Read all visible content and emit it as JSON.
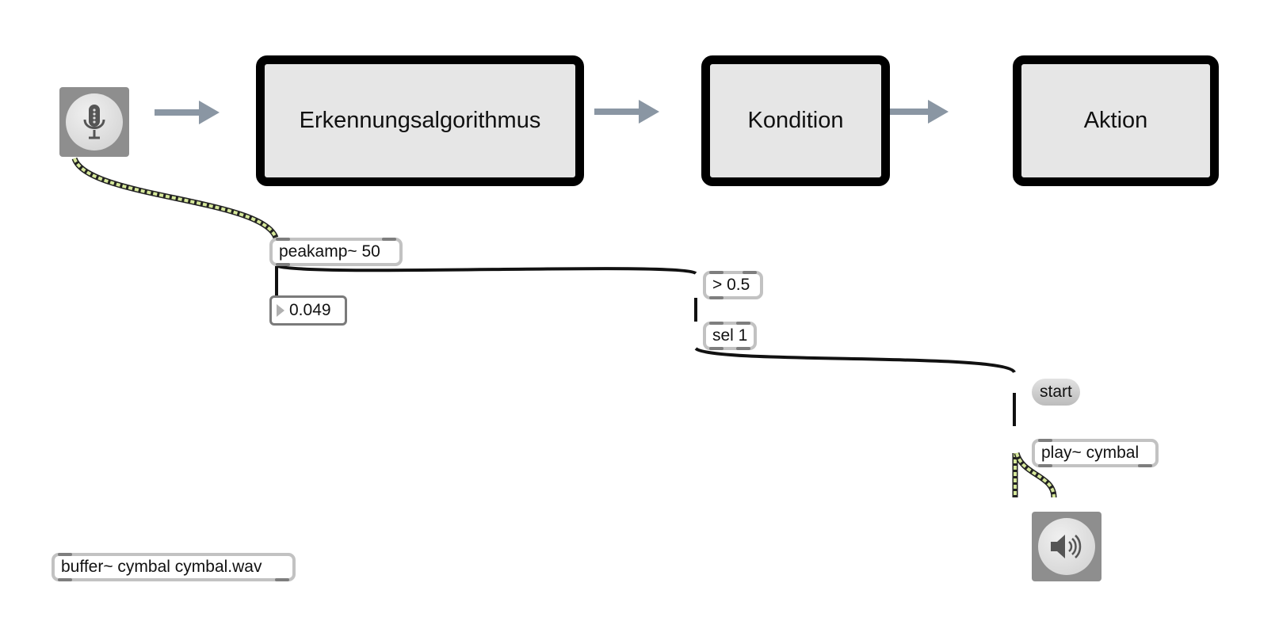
{
  "diagram": {
    "blocks": [
      {
        "label": "Erkennungsalgorithmus"
      },
      {
        "label": "Kondition"
      },
      {
        "label": "Aktion"
      }
    ]
  },
  "patch": {
    "objects": {
      "peakamp": "peakamp~ 50",
      "gt": "> 0.5",
      "sel": "sel 1",
      "play": "play~ cymbal",
      "buffer": "buffer~ cymbal cymbal.wav"
    },
    "number_box_value": "0.049",
    "message_start": "start"
  },
  "icons": {
    "input": "microphone-icon",
    "output": "speaker-icon",
    "flow": "arrow-right-icon"
  },
  "colors": {
    "block_fill": "#e6e6e6",
    "block_border": "#000000",
    "arrow": "#8a96a3",
    "signal_cable": "#d6e89a",
    "control_cable": "#111111"
  }
}
